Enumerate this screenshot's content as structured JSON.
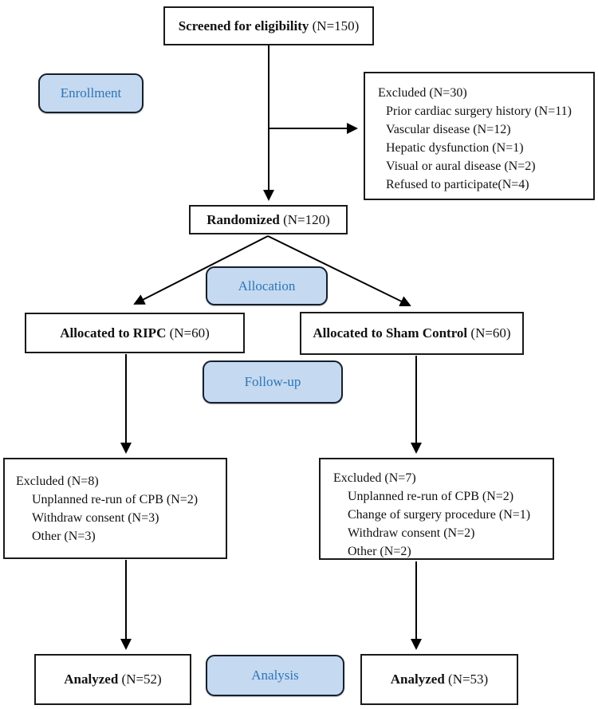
{
  "colors": {
    "stage_label_fill": "#c5d9f1",
    "stage_label_text": "#2e75b6",
    "box_border": "#1a1a1a",
    "arrow": "#000000",
    "background": "#ffffff"
  },
  "diagram": {
    "screened": {
      "bold": "Screened for eligibility",
      "rest": " (N=150)"
    },
    "stage_labels": {
      "enrollment": "Enrollment",
      "allocation": "Allocation",
      "followup": "Follow-up",
      "analysis": "Analysis"
    },
    "excluded_enrollment": {
      "bold": "Excluded",
      "rest": " (N=30)",
      "items": [
        "Prior cardiac surgery history (N=11)",
        "Vascular disease (N=12)",
        "Hepatic dysfunction (N=1)",
        "Visual or aural disease (N=2)",
        "Refused to participate(N=4)"
      ]
    },
    "randomized": {
      "bold": "Randomized",
      "rest": " (N=120)"
    },
    "allocated_ripc": {
      "bold": "Allocated to RIPC",
      "rest": " (N=60)"
    },
    "allocated_sham": {
      "bold": "Allocated to Sham Control",
      "rest": " (N=60)"
    },
    "excluded_ripc": {
      "bold": "Excluded",
      "rest": " (N=8)",
      "items": [
        "Unplanned re-run of CPB (N=2)",
        "Withdraw consent (N=3)",
        "Other (N=3)"
      ]
    },
    "excluded_sham": {
      "bold": "Excluded",
      "rest": " (N=7)",
      "items": [
        "Unplanned re-run of CPB (N=2)",
        "Change of surgery procedure (N=1)",
        "Withdraw consent (N=2)",
        "Other (N=2)"
      ]
    },
    "analyzed_ripc": {
      "bold": "Analyzed",
      "rest": " (N=52)"
    },
    "analyzed_sham": {
      "bold": "Analyzed",
      "rest": " (N=53)"
    }
  }
}
